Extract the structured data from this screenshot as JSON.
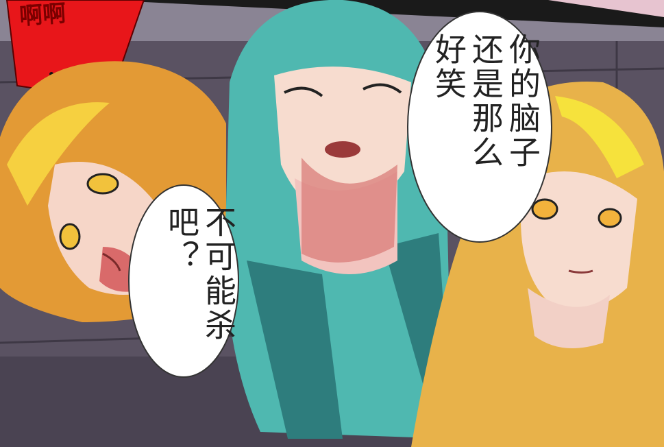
{
  "sfx": {
    "text": "啊啊"
  },
  "bubble_right": {
    "text": "你的脑子\n还是那么\n好笑"
  },
  "bubble_left": {
    "text": "不可能杀\n吧？"
  },
  "colors": {
    "sfx_banner": "#e8161a",
    "teal_hair": "#4fb8b0",
    "orange_hair": "#e39a35",
    "blonde_hair": "#e8b24a",
    "background": "#3a3342",
    "bubble": "#ffffff"
  }
}
